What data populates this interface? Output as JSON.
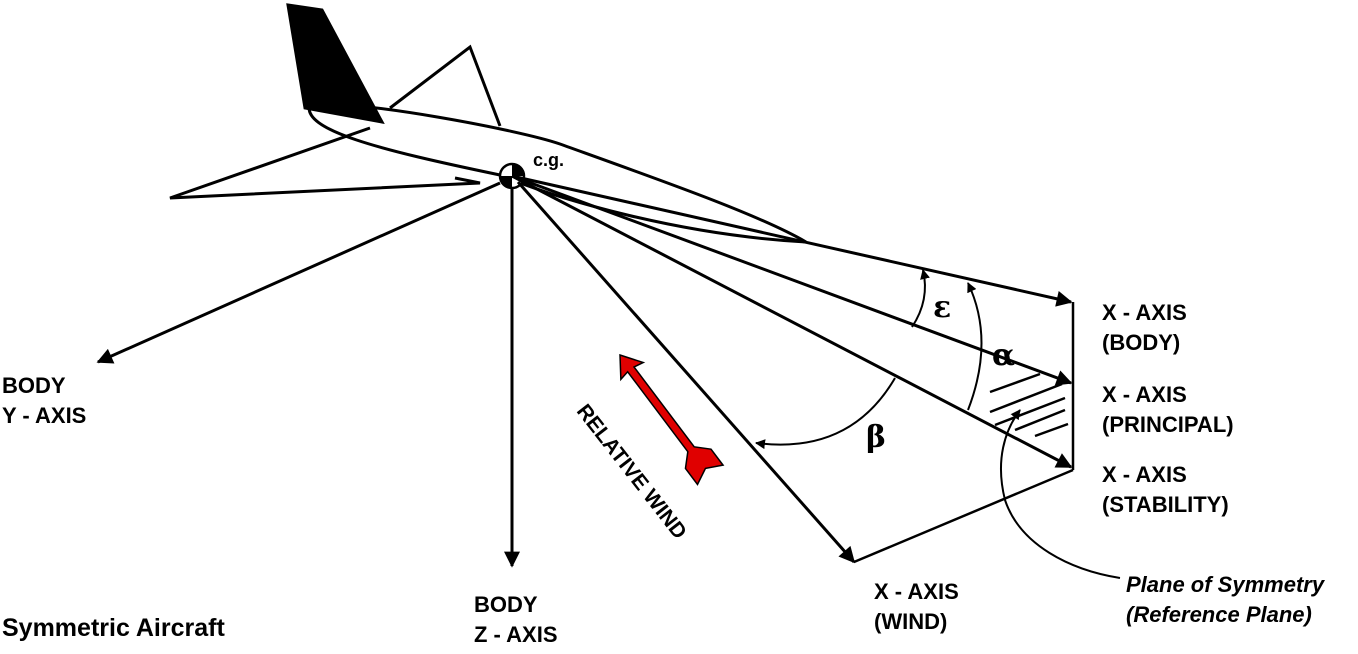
{
  "title": "Symmetric Aircraft",
  "cg_label": "c.g.",
  "axes": {
    "body_y": {
      "line1": "BODY",
      "line2": "Y - AXIS"
    },
    "body_z": {
      "line1": "BODY",
      "line2": "Z - AXIS"
    },
    "x_body": {
      "line1": "X - AXIS",
      "line2": "(BODY)"
    },
    "x_principal": {
      "line1": "X - AXIS",
      "line2": "(PRINCIPAL)"
    },
    "x_stability": {
      "line1": "X - AXIS",
      "line2": "(STABILITY)"
    },
    "x_wind": {
      "line1": "X - AXIS",
      "line2": "(WIND)"
    }
  },
  "angles": {
    "epsilon": "ε",
    "alpha": "α",
    "beta": "β"
  },
  "relative_wind": "RELATIVE WIND",
  "plane_of_symmetry": {
    "line1": "Plane of Symmetry",
    "line2": "(Reference Plane)"
  },
  "colors": {
    "ink": "#000000",
    "wind_arrow": "#e00000"
  }
}
